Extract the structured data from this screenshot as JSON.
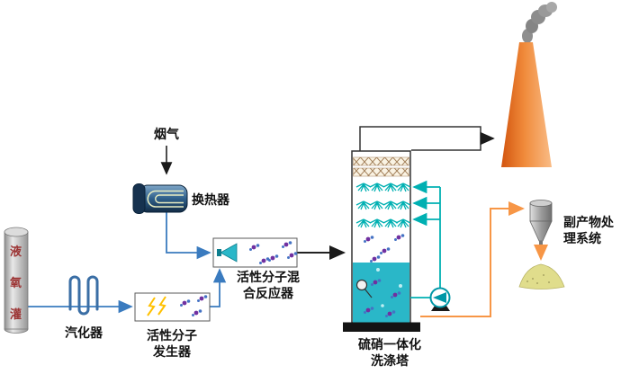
{
  "labels": {
    "tank": "液氧灌",
    "vaporizer": "汽化器",
    "generator": "活性分子\n发生器",
    "flue_gas": "烟气",
    "heat_exchanger": "换热器",
    "reactor": "活性分子混\n合反应器",
    "tower": "硫硝一体化\n洗涤塔",
    "byproduct": "副产物处\n理系统"
  },
  "colors": {
    "oxygen_line_blue": "#3a7bbf",
    "circulation_teal": "#00b0b2",
    "byproduct_orange": "#f79646",
    "chimney_orange": "#ef8a3a",
    "liquid_teal": "#2ab7c8",
    "smoke_gray": "#8c8c8c",
    "pile_yellow": "#e0dd8c",
    "tank_text_red": "#9c3434",
    "lightning_yellow": "#ffc000",
    "molecule_purple": "#7030a0",
    "molecule_blue": "#4472c4"
  },
  "icons": {
    "oxygen-tank-icon": "gray vertical cylinder",
    "vaporizer-coil-icon": "blue serpentine coil",
    "lightning-icon": "yellow zigzag bolts",
    "molecule-icon": "purple-blue atom cluster",
    "heat-exchanger-icon": "dark blue shell with U-tubes",
    "nozzle-icon": "teal cone",
    "demister-icon": "cross-hatched band",
    "spray-icon": "teal spray fountain",
    "pump-icon": "circle with impeller triangle",
    "chimney-icon": "orange tapered stack",
    "smoke-icon": "gray plume",
    "cyclone-icon": "gray hopper funnel",
    "pile-icon": "yellow product mound"
  }
}
